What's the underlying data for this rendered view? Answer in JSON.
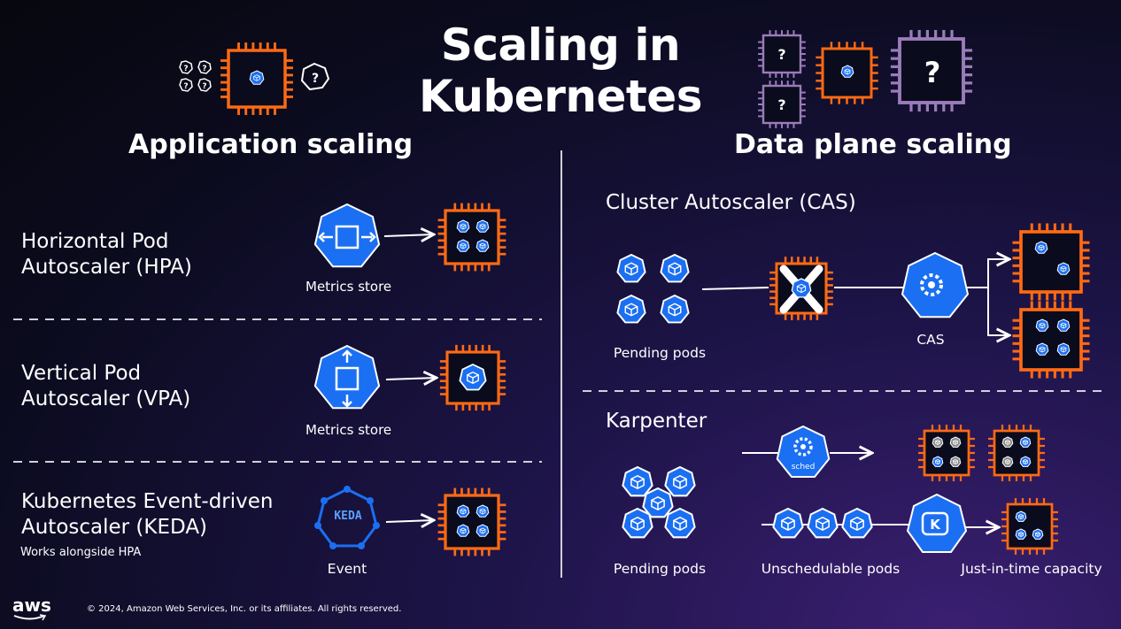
{
  "slide": {
    "title": "Scaling in Kubernetes",
    "title_line1": "Scaling in",
    "title_line2": "Kubernetes"
  },
  "application_scaling": {
    "heading": "Application scaling",
    "rows": [
      {
        "label_line1": "Horizontal Pod",
        "label_line2": "Autoscaler (HPA)",
        "caption": "Metrics store",
        "icon": "cube-expand-icon"
      },
      {
        "label_line1": "Vertical Pod",
        "label_line2": "Autoscaler (VPA)",
        "caption": "Metrics store",
        "icon": "cube-vertical-icon"
      },
      {
        "label_line1": "Kubernetes Event-driven",
        "label_line2": "Autoscaler (KEDA)",
        "note": "Works alongside HPA",
        "caption": "Event",
        "icon": "keda-icon",
        "icon_text": "KEDA"
      }
    ]
  },
  "data_plane_scaling": {
    "heading": "Data plane scaling",
    "cas": {
      "title": "Cluster Autoscaler (CAS)",
      "pending_label": "Pending pods",
      "cas_label": "CAS"
    },
    "karpenter": {
      "title": "Karpenter",
      "sched_label": "sched",
      "pending_label": "Pending pods",
      "unschedulable_label": "Unschedulable pods",
      "capacity_label": "Just-in-time capacity",
      "k_label": "K"
    }
  },
  "footer": {
    "logo": "aws",
    "copyright": "© 2024, Amazon Web Services, Inc. or its affiliates. All rights reserved."
  },
  "colors": {
    "orange": "#ff6a13",
    "blue": "#1b6ff2",
    "purple": "#9a7cb9",
    "divider": "#d0d0d8"
  }
}
